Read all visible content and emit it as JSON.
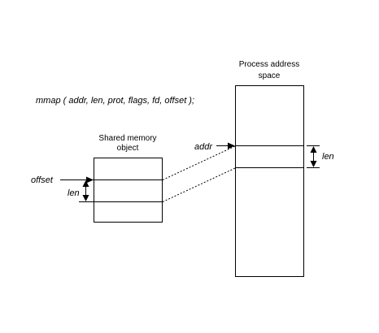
{
  "diagram": {
    "call_signature": "mmap ( addr, len, prot, flags, fd, offset );",
    "shared_object": {
      "title_line1": "Shared memory",
      "title_line2": "object",
      "offset_label": "offset",
      "len_label": "len"
    },
    "process_space": {
      "title_line1": "Process address",
      "title_line2": "space",
      "addr_label": "addr",
      "len_label": "len"
    }
  }
}
